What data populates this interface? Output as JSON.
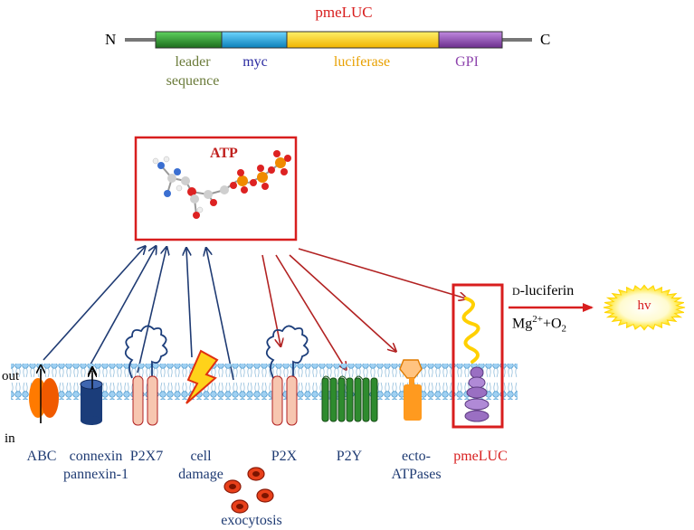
{
  "construct": {
    "title": "pmeLUC",
    "n_terminus": "N",
    "c_terminus": "C",
    "domains": [
      {
        "label_line1": "leader",
        "label_line2": "sequence",
        "color": "#2e8b2e",
        "label_color": "#6b7b3a"
      },
      {
        "label_line1": "myc",
        "label_line2": "",
        "color": "#1ea7e6",
        "label_color": "#2a2aa0"
      },
      {
        "label_line1": "luciferase",
        "label_line2": "",
        "color": "#ffcc00",
        "label_color": "#e8a000"
      },
      {
        "label_line1": "GPI",
        "label_line2": "",
        "color": "#8e44ad",
        "label_color": "#8e44ad"
      }
    ]
  },
  "atp_box": {
    "label": "ATP",
    "border_color": "#d81e1e"
  },
  "reaction": {
    "substrate_prefix": "D",
    "substrate_rest": "-luciferin",
    "cofactor_line": "Mg2+ + O2",
    "mg": "Mg",
    "mg_sup": "2+",
    "plus": "+O",
    "o_sub": "2",
    "product": "hv"
  },
  "membrane": {
    "out_label": "out",
    "in_label": "in"
  },
  "release_pathways": [
    {
      "label_line1": "ABC",
      "label_line2": ""
    },
    {
      "label_line1": "connexin",
      "label_line2": "pannexin-1"
    },
    {
      "label_line1": "P2X7",
      "label_line2": ""
    },
    {
      "label_line1": "cell",
      "label_line2": "damage"
    },
    {
      "label_line1": "exocytosis",
      "label_line2": ""
    }
  ],
  "targets": [
    {
      "label_line1": "P2X",
      "label_line2": ""
    },
    {
      "label_line1": "P2Y",
      "label_line2": ""
    },
    {
      "label_line1": "ecto-",
      "label_line2": "ATPases"
    },
    {
      "label_line1": "pmeLUC",
      "label_line2": ""
    }
  ],
  "colors": {
    "release_arrow": "#1f3b73",
    "target_arrow": "#b22222",
    "highlight": "#d81e1e"
  }
}
